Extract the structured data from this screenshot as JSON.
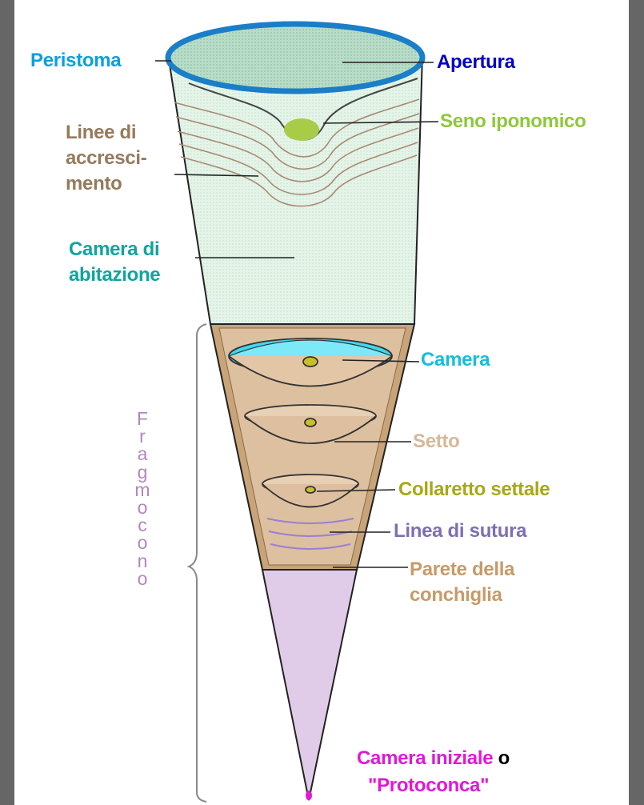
{
  "labels": {
    "peristoma": "Peristoma",
    "apertura": "Apertura",
    "seno_iponomico": "Seno iponomico",
    "linee_accrescimento": "Linee di\naccresci-\nmento",
    "camera_abitazione": "Camera di\nabitazione",
    "camera": "Camera",
    "setto": "Setto",
    "collaretto_settale": "Collaretto settale",
    "linea_sutura": "Linea di sutura",
    "parete_conchiglia": "Parete della\nconchiglia",
    "fragmocono": "F\nr\na\ng\nm\no\nc\no\nn\no",
    "camera_iniziale": "Camera iniziale",
    "connector_o": " o",
    "protoconca": "\"Protoconca\""
  },
  "colors": {
    "blue": "#0aa0e0",
    "dark_blue": "#0000c8",
    "green": "#8ec83c",
    "brown": "#957a5c",
    "teal": "#10a4a0",
    "cyan": "#12c0dc",
    "beige": "#d8b898",
    "olive": "#a8a814",
    "purple": "#7e6eb4",
    "tan": "#c89a68",
    "lilac": "#b486c0",
    "magenta": "#e018d8",
    "black": "#000000",
    "frame": "#666666"
  }
}
